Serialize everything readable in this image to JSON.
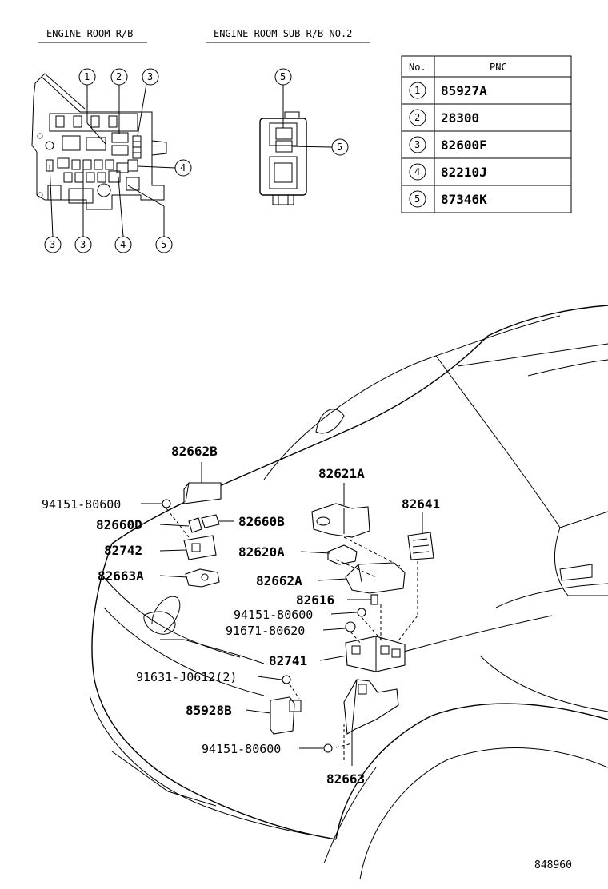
{
  "headers": {
    "engine_room_rb": "ENGINE ROOM R/B",
    "engine_room_sub_rb": "ENGINE ROOM SUB R/B NO.2"
  },
  "callouts": {
    "left_top": [
      "1",
      "2",
      "3"
    ],
    "left_right": [
      "4"
    ],
    "left_bottom": [
      "3",
      "3",
      "4",
      "5"
    ],
    "sub_top": "5",
    "sub_right": "5"
  },
  "pnc_table": {
    "col_no": "No.",
    "col_pnc": "PNC",
    "rows": [
      {
        "no": "1",
        "pnc": "85927A"
      },
      {
        "no": "2",
        "pnc": "28300"
      },
      {
        "no": "3",
        "pnc": "82600F"
      },
      {
        "no": "4",
        "pnc": "82210J"
      },
      {
        "no": "5",
        "pnc": "87346K"
      }
    ]
  },
  "part_labels": {
    "p82662B": "82662B",
    "p94151a": "94151-80600",
    "p82660D": "82660D",
    "p82660B": "82660B",
    "p82742": "82742",
    "p82663A": "82663A",
    "p82621A": "82621A",
    "p82641": "82641",
    "p82620A": "82620A",
    "p82662A": "82662A",
    "p82616": "82616",
    "p94151b": "94151-80600",
    "p91671": "91671-80620",
    "p82741": "82741",
    "p91631": "91631-J0612(2)",
    "p85928B": "85928B",
    "p94151c": "94151-80600",
    "p82663": "82663"
  },
  "illustration_code": "848960"
}
